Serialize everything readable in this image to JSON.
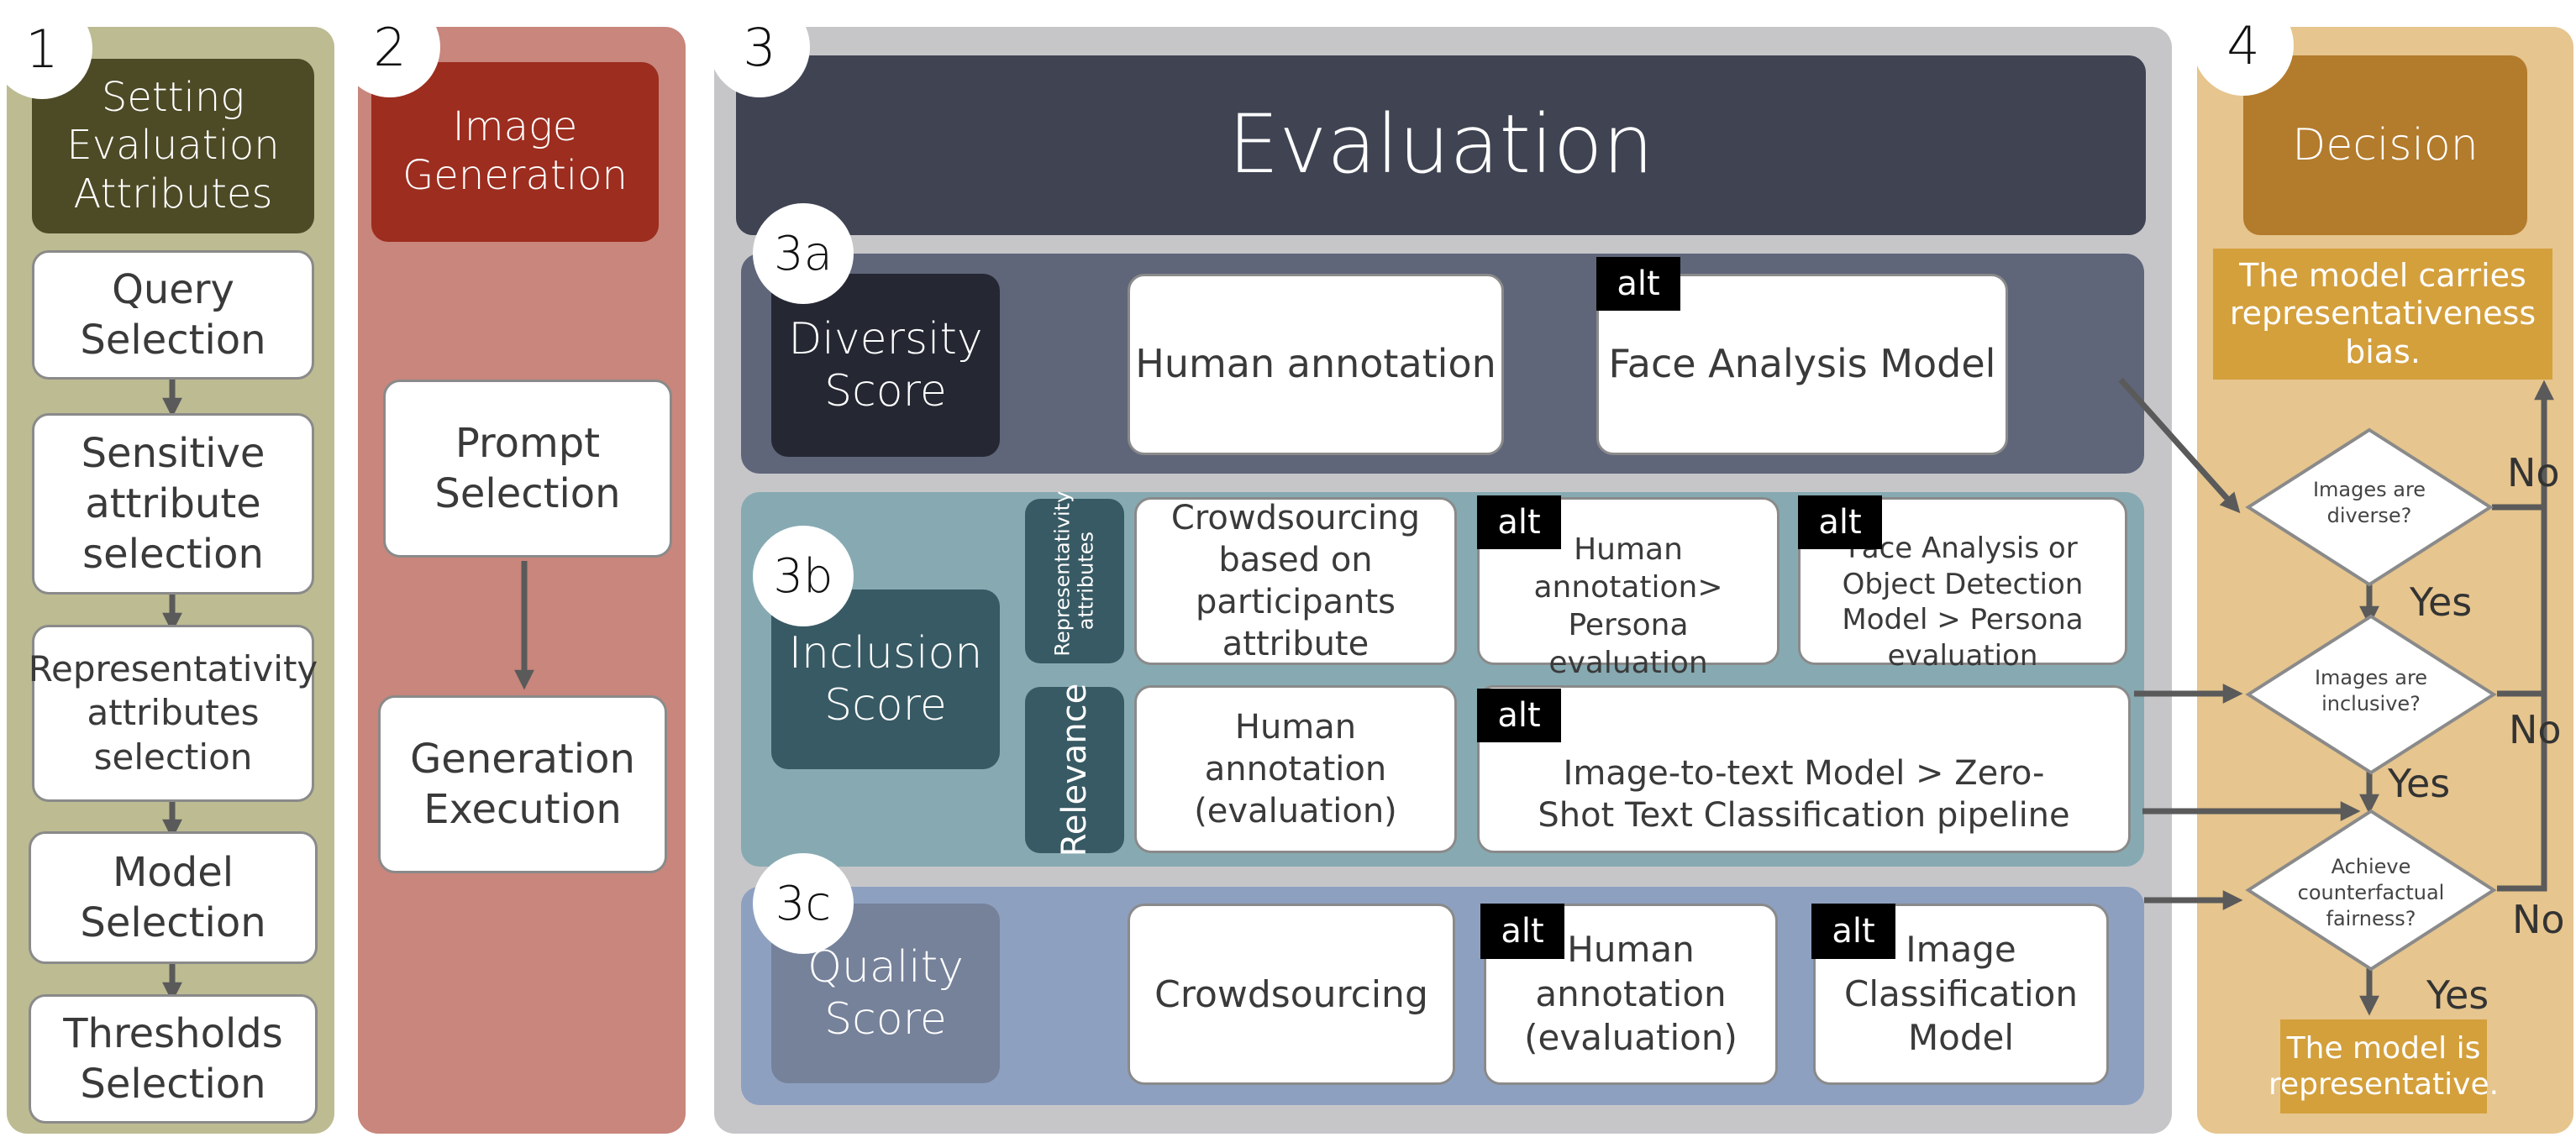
{
  "col1": {
    "number": "1",
    "header": "Setting Evaluation Attributes",
    "steps": [
      "Query Selection",
      "Sensitive attribute selection",
      "Representativity attributes selection",
      "Model Selection",
      "Thresholds Selection"
    ]
  },
  "col2": {
    "number": "2",
    "header": "Image Generation",
    "steps": [
      "Prompt Selection",
      "Generation Execution"
    ]
  },
  "col3": {
    "number": "3",
    "header": "Evaluation",
    "alt_tag": "alt",
    "sec_a": {
      "number": "3a",
      "title": "Diversity Score",
      "human": "Human annotation",
      "model": "Face Analysis Model"
    },
    "sec_b": {
      "number": "3b",
      "title": "Inclusion Score",
      "rep_label": "Representativity attributes",
      "rel_label": "Relevance",
      "crowd": "Crowdsourcing based on participants attribute",
      "human_persona": "Human annotation> Persona evaluation",
      "face_persona": "Face Analysis or Object Detection Model > Persona evaluation",
      "human_eval": "Human annotation (evaluation)",
      "pipeline": "Image-to-text Model > Zero-Shot Text Classification pipeline"
    },
    "sec_c": {
      "number": "3c",
      "title": "Quality Score",
      "crowd": "Crowdsourcing",
      "human_eval": "Human annotation (evaluation)",
      "classifier": "Image Classification Model"
    }
  },
  "col4": {
    "number": "4",
    "header": "Decision",
    "bias_note": "The model carries representativeness bias.",
    "ok_note": "The model is representative.",
    "q1": "Images are diverse?",
    "q2": "Images are inclusive?",
    "q3": "Achieve counterfactual fairness?",
    "yes": "Yes",
    "no": "No"
  },
  "colors": {
    "col1_bg": "#bdbb92",
    "col1_header": "#4d4a26",
    "col2_bg": "#c8867c",
    "col2_header": "#9c2d1f",
    "col3_bg": "#c6c6c9",
    "col3_header": "#3f4352",
    "sec_a_bg": "#5f667a",
    "sec_a_title": "#252833",
    "sec_b_bg": "#87aab2",
    "sec_b_title": "#385a64",
    "sec_c_bg": "#8ea0c0",
    "sec_c_title": "#76829a",
    "col4_bg": "#e6c58e",
    "col4_header": "#b37b2c",
    "note": "#d4a03c"
  }
}
